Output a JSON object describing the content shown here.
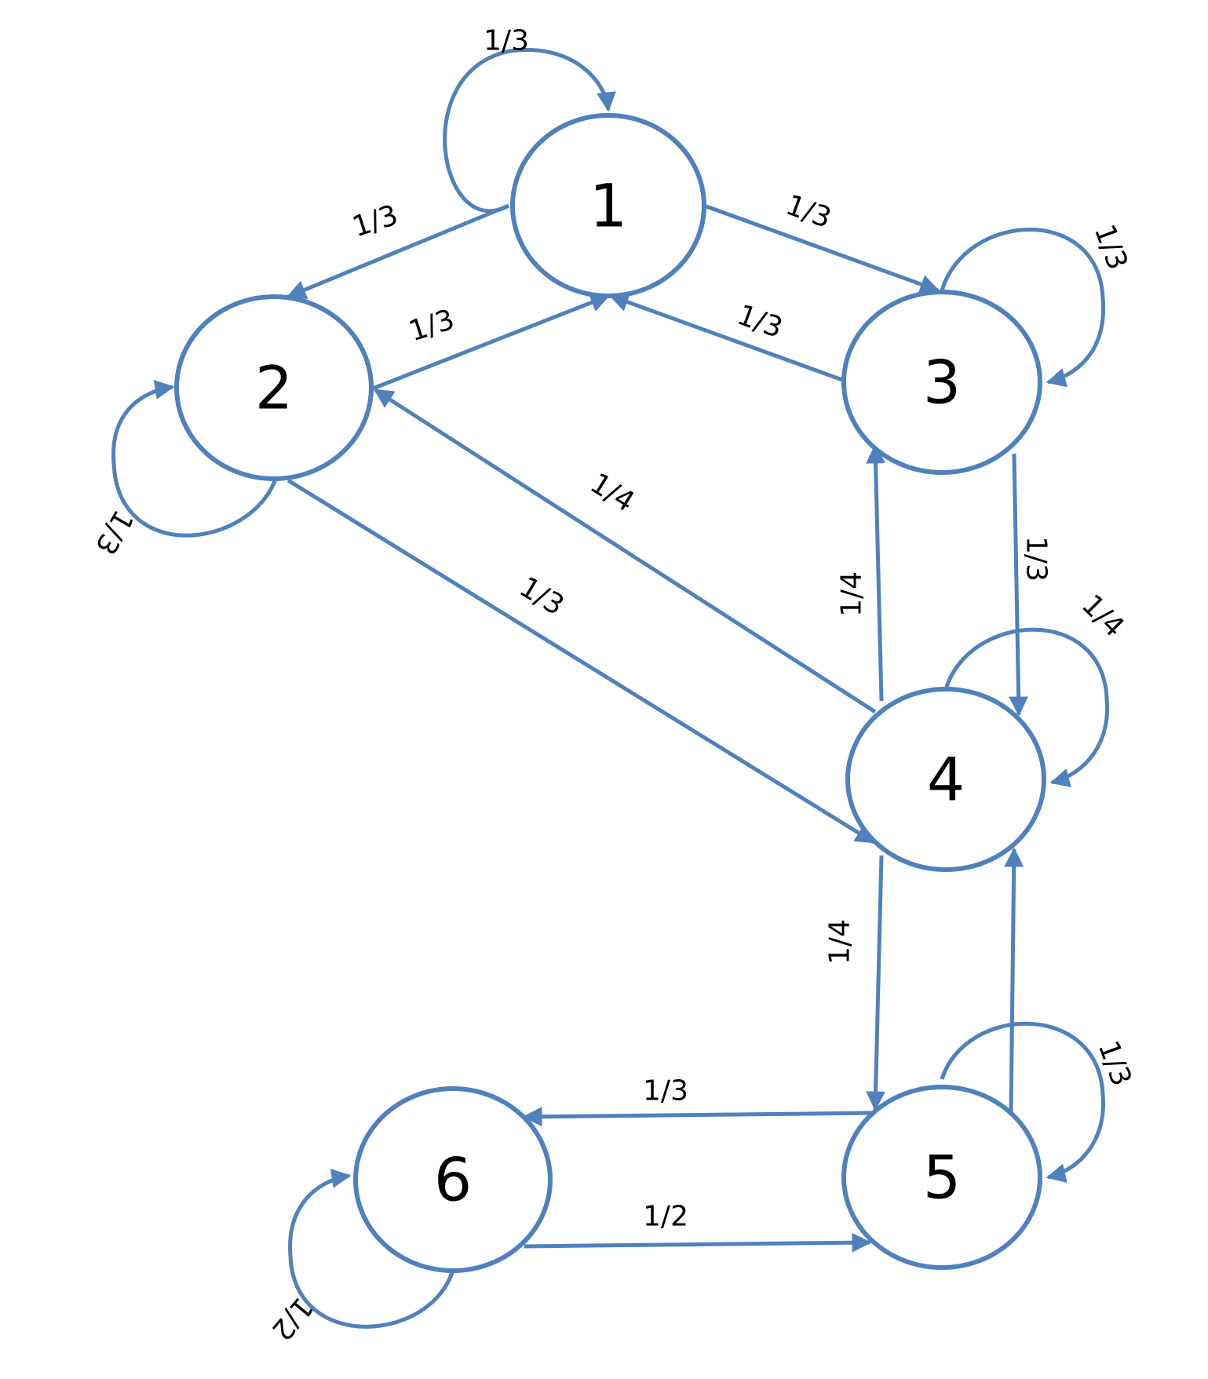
{
  "colors": {
    "edge": "#4F81BD",
    "node_stroke": "#4F81BD",
    "text": "#000000",
    "background": "#ffffff"
  },
  "nodes": [
    {
      "id": "1",
      "label": "1"
    },
    {
      "id": "2",
      "label": "2"
    },
    {
      "id": "3",
      "label": "3"
    },
    {
      "id": "4",
      "label": "4"
    },
    {
      "id": "5",
      "label": "5"
    },
    {
      "id": "6",
      "label": "6"
    }
  ],
  "edges": [
    {
      "id": "e-1-1",
      "from": "1",
      "to": "1",
      "label": "1/3"
    },
    {
      "id": "e-1-2",
      "from": "1",
      "to": "2",
      "label": "1/3"
    },
    {
      "id": "e-1-3",
      "from": "1",
      "to": "3",
      "label": "1/3"
    },
    {
      "id": "e-2-1",
      "from": "2",
      "to": "1",
      "label": "1/3"
    },
    {
      "id": "e-2-2",
      "from": "2",
      "to": "2",
      "label": "1/3"
    },
    {
      "id": "e-2-4",
      "from": "2",
      "to": "4",
      "label": "1/3"
    },
    {
      "id": "e-3-1",
      "from": "3",
      "to": "1",
      "label": "1/3"
    },
    {
      "id": "e-3-3",
      "from": "3",
      "to": "3",
      "label": "1/3"
    },
    {
      "id": "e-3-4",
      "from": "3",
      "to": "4",
      "label": "1/3"
    },
    {
      "id": "e-4-2",
      "from": "4",
      "to": "2",
      "label": "1/4"
    },
    {
      "id": "e-4-3",
      "from": "4",
      "to": "3",
      "label": "1/4"
    },
    {
      "id": "e-4-4",
      "from": "4",
      "to": "4",
      "label": "1/4"
    },
    {
      "id": "e-4-5",
      "from": "4",
      "to": "5",
      "label": "1/4"
    },
    {
      "id": "e-5-4",
      "from": "5",
      "to": "4",
      "label": ""
    },
    {
      "id": "e-5-5",
      "from": "5",
      "to": "5",
      "label": "1/3"
    },
    {
      "id": "e-5-6",
      "from": "5",
      "to": "6",
      "label": "1/3"
    },
    {
      "id": "e-6-5",
      "from": "6",
      "to": "5",
      "label": "1/2"
    },
    {
      "id": "e-6-6",
      "from": "6",
      "to": "6",
      "label": "1/2"
    }
  ]
}
